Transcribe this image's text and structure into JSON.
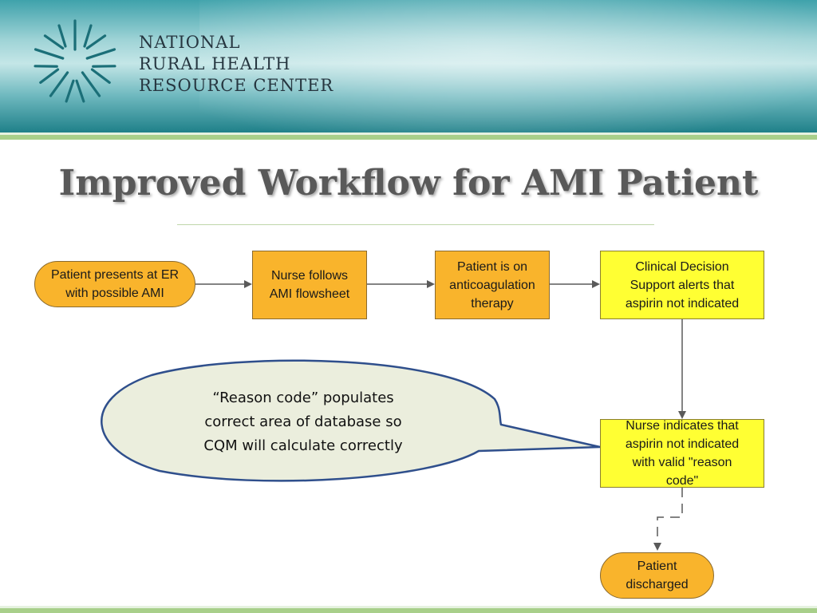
{
  "header": {
    "logo_icon": "asterisk-starburst-icon",
    "logo_lines": [
      "NATIONAL",
      "RURAL HEALTH",
      "RESOURCE CENTER"
    ]
  },
  "title": "Improved Workflow for AMI Patient",
  "nodes": [
    {
      "id": "er",
      "shape": "pill",
      "color": "#f9b42c",
      "lines": [
        "Patient presents at ER",
        "with possible AMI"
      ]
    },
    {
      "id": "nurse-flowsheet",
      "shape": "rect",
      "color": "#f9b42c",
      "lines": [
        "Nurse follows",
        "AMI flowsheet"
      ]
    },
    {
      "id": "anticoagulation",
      "shape": "rect",
      "color": "#f9b42c",
      "lines": [
        "Patient is on",
        "anticoagulation",
        "therapy"
      ]
    },
    {
      "id": "cds",
      "shape": "rect",
      "color": "#ffff33",
      "lines": [
        "Clinical Decision",
        "Support alerts that",
        "aspirin not indicated"
      ]
    },
    {
      "id": "nurse-reason",
      "shape": "rect",
      "color": "#ffff33",
      "lines": [
        "Nurse indicates that",
        "aspirin not indicated",
        "with valid \"reason",
        "code\""
      ]
    },
    {
      "id": "discharged",
      "shape": "pill",
      "color": "#f9b42c",
      "lines": [
        "Patient",
        "discharged"
      ]
    }
  ],
  "callout": {
    "lines": [
      "“Reason code” populates",
      "correct area of database so",
      "CQM will calculate correctly"
    ],
    "fill": "#ebeedd",
    "stroke": "#2f4f8c"
  },
  "colors": {
    "orange": "#f9b42c",
    "yellow": "#ffff33",
    "green_bar": "#a8cf8a",
    "teal": "#2a8f98"
  }
}
